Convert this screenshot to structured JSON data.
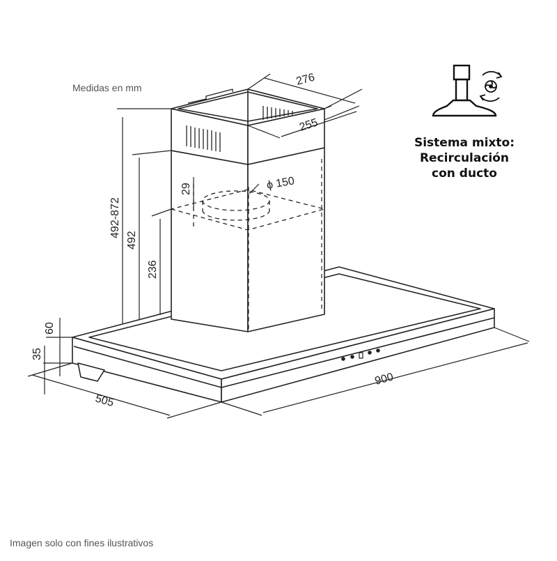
{
  "notes": {
    "units": "Medidas en mm",
    "disclaimer": "Imagen solo con fines ilustrativos"
  },
  "system": {
    "line1": "Sistema mixto:",
    "line2": "Recirculación",
    "line3": "con ducto"
  },
  "dimensions": {
    "chimney_depth": "276",
    "chimney_width": "255",
    "outlet_diameter": "ϕ 150",
    "outlet_offset": "29",
    "total_height_range": "492-872",
    "lower_chimney_height": "492",
    "inner_height": "236",
    "canopy_height": "60",
    "glass_height": "35",
    "canopy_depth": "505",
    "canopy_width": "900"
  },
  "icons": [
    "hood-icon",
    "recirculation-icon"
  ]
}
